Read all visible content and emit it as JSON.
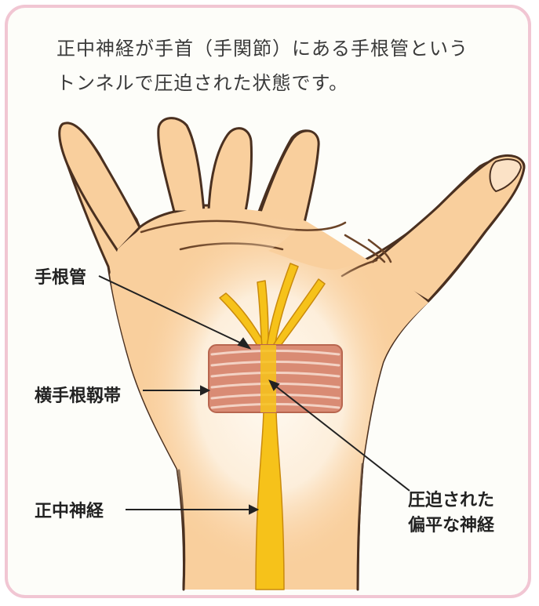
{
  "caption": {
    "line1": "正中神経が手首（手関節）にある手根管という",
    "line2": "トンネルで圧迫された状態です。"
  },
  "labels": {
    "carpal_tunnel": "手根管",
    "transverse_carpal_ligament": "横手根靱帯",
    "median_nerve": "正中神経",
    "compressed_line1": "圧迫された",
    "compressed_line2": "偏平な神経"
  },
  "colors": {
    "skin": "#f9cf9d",
    "skin_outline": "#4a3020",
    "glow": "#fdf3e6",
    "nerve": "#f6c21a",
    "nerve_outline": "#c98a0c",
    "ligament": "#d98b74",
    "ligament_line": "#f3d2c4",
    "frame": "#f1c6d3"
  }
}
